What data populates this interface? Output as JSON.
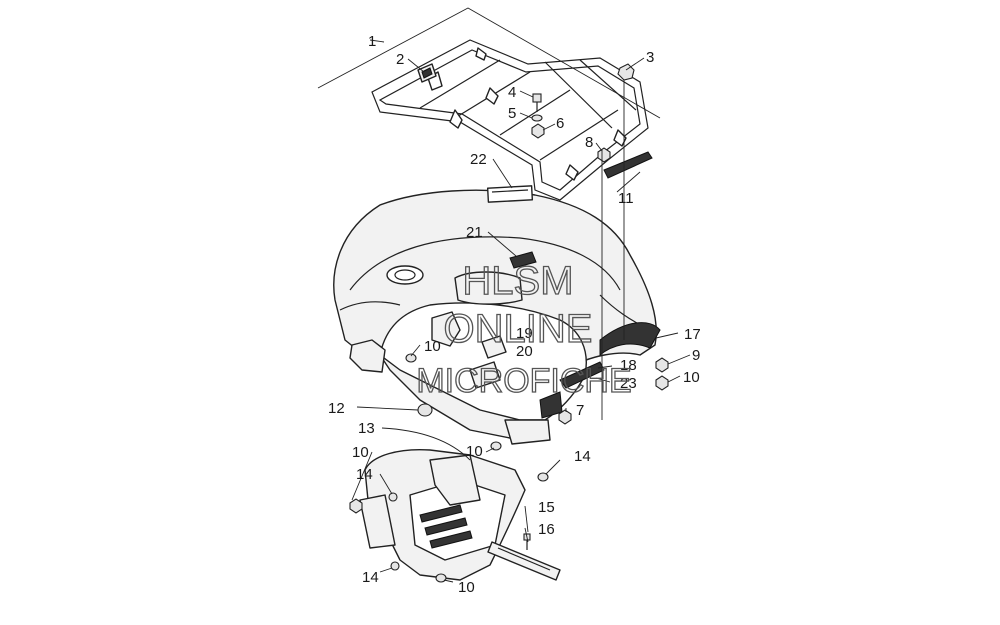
{
  "watermark": [
    "HLSM",
    "ONLINE",
    "MICROFICHE"
  ],
  "callouts": {
    "c1": "1",
    "c2": "2",
    "c3": "3",
    "c4": "4",
    "c5": "5",
    "c6": "6",
    "c7": "7",
    "c8": "8",
    "c9": "9",
    "c10a": "10",
    "c10b": "10",
    "c10c": "10",
    "c10d": "10",
    "c10e": "10",
    "c11": "11",
    "c12": "12",
    "c13": "13",
    "c14a": "14",
    "c14b": "14",
    "c14c": "14",
    "c15": "15",
    "c16": "16",
    "c17": "17",
    "c18": "18",
    "c19": "19",
    "c20": "20",
    "c21": "21",
    "c22": "22",
    "c23": "23"
  }
}
